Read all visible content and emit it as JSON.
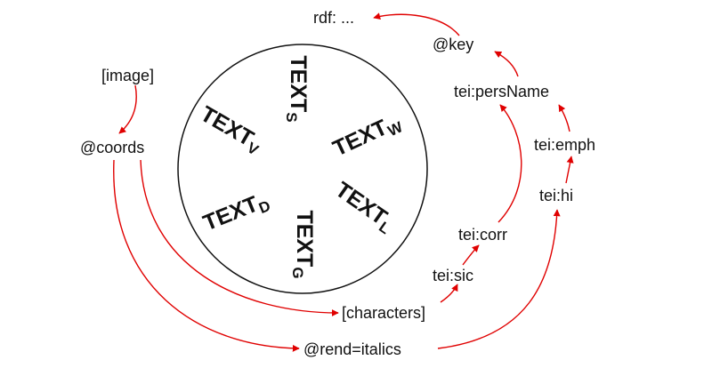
{
  "colors": {
    "arrow": "#e00000",
    "text": "#111111",
    "circle": "#111111"
  },
  "nodes": {
    "image": "[image]",
    "coords": "@coords",
    "characters": "[characters]",
    "rend": "@rend=italics",
    "sic": "tei:sic",
    "corr": "tei:corr",
    "persName": "tei:persName",
    "key": "@key",
    "rdf": "rdf: ...",
    "hi": "tei:hi",
    "emph": "tei:emph"
  },
  "segments": [
    {
      "id": "s",
      "main": "TEXT",
      "sub": "S"
    },
    {
      "id": "w",
      "main": "TEXT",
      "sub": "W"
    },
    {
      "id": "l",
      "main": "TEXT",
      "sub": "L"
    },
    {
      "id": "g",
      "main": "TEXT",
      "sub": "G"
    },
    {
      "id": "d",
      "main": "TEXT",
      "sub": "D"
    },
    {
      "id": "v",
      "main": "TEXT",
      "sub": "V"
    }
  ]
}
